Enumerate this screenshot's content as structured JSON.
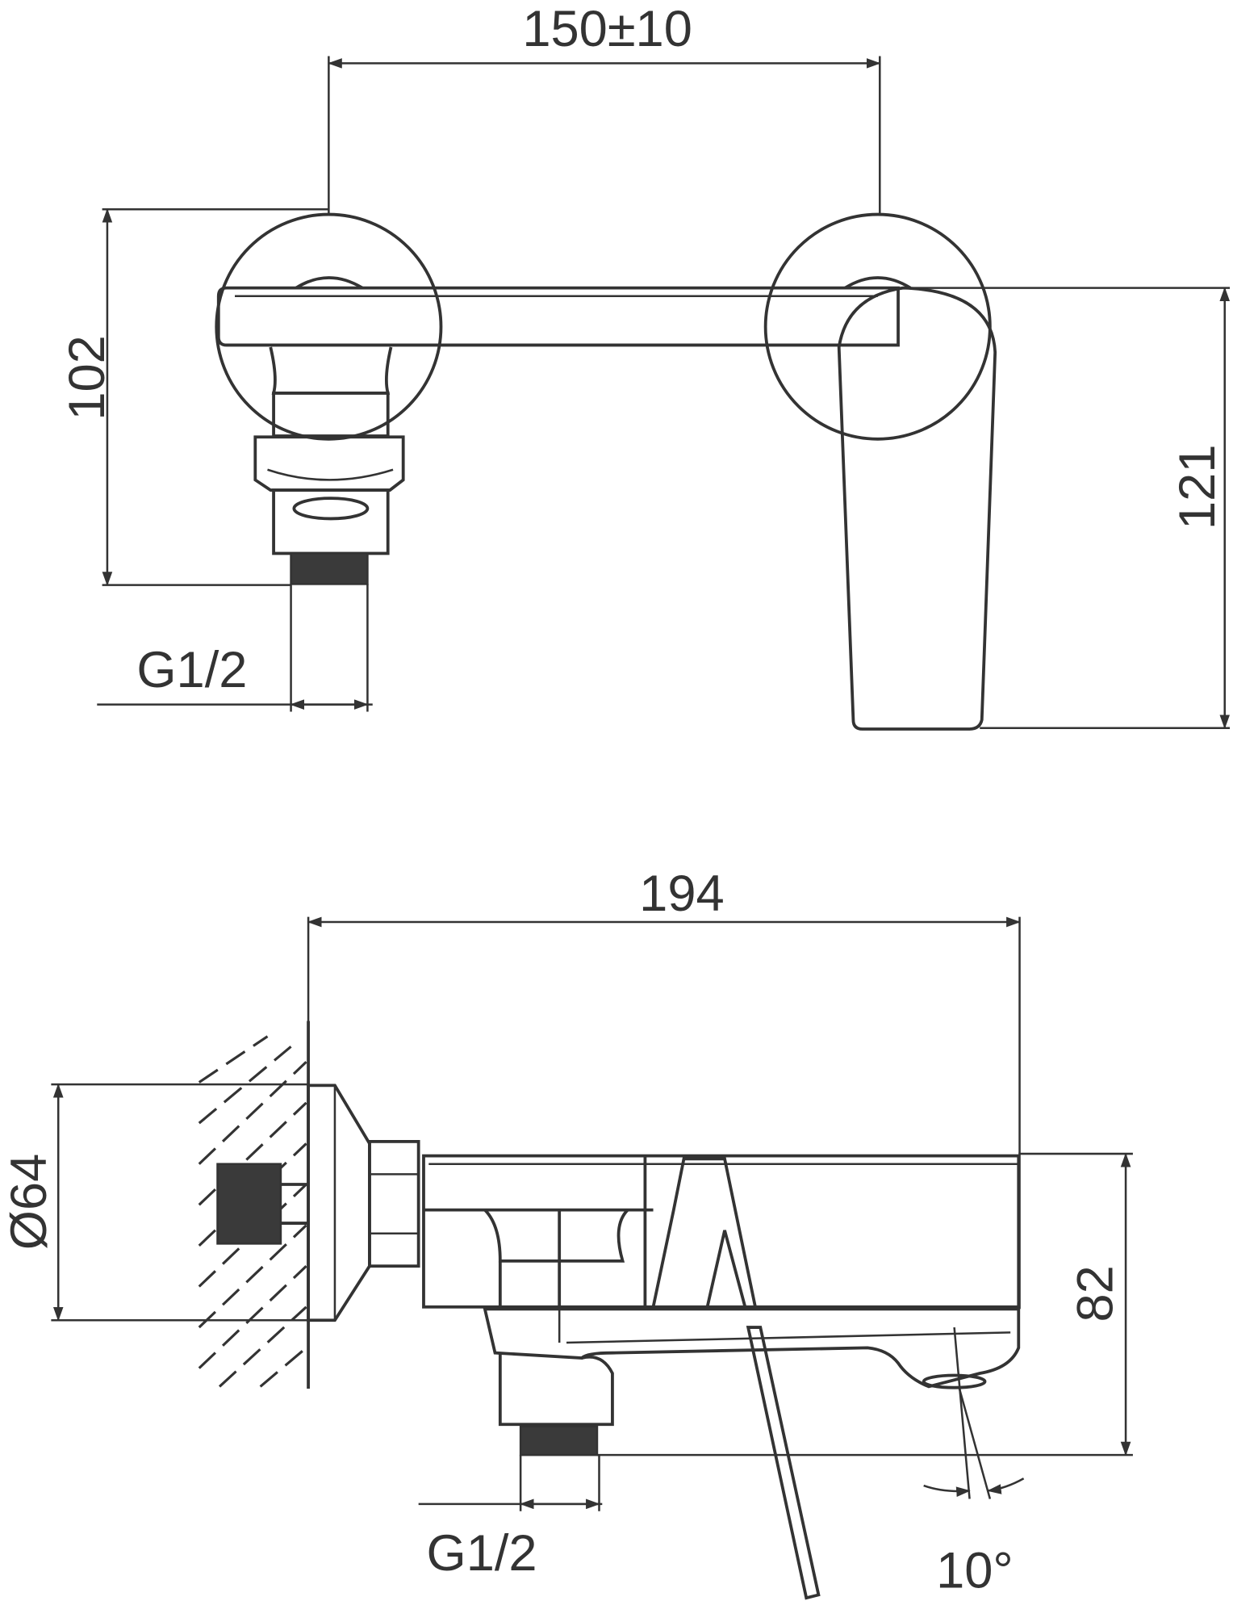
{
  "title": "Wall-mounted bath mixer technical drawing",
  "top_view": {
    "center_distance": "150±10",
    "height_to_inlet": "102",
    "total_height": "121",
    "thread": "G1/2"
  },
  "side_view": {
    "projection": "194",
    "escutcheon_diameter": "Ø64",
    "height": "82",
    "thread": "G1/2",
    "spout_angle": "10°"
  },
  "colors": {
    "line": "#333333",
    "background": "#ffffff"
  }
}
